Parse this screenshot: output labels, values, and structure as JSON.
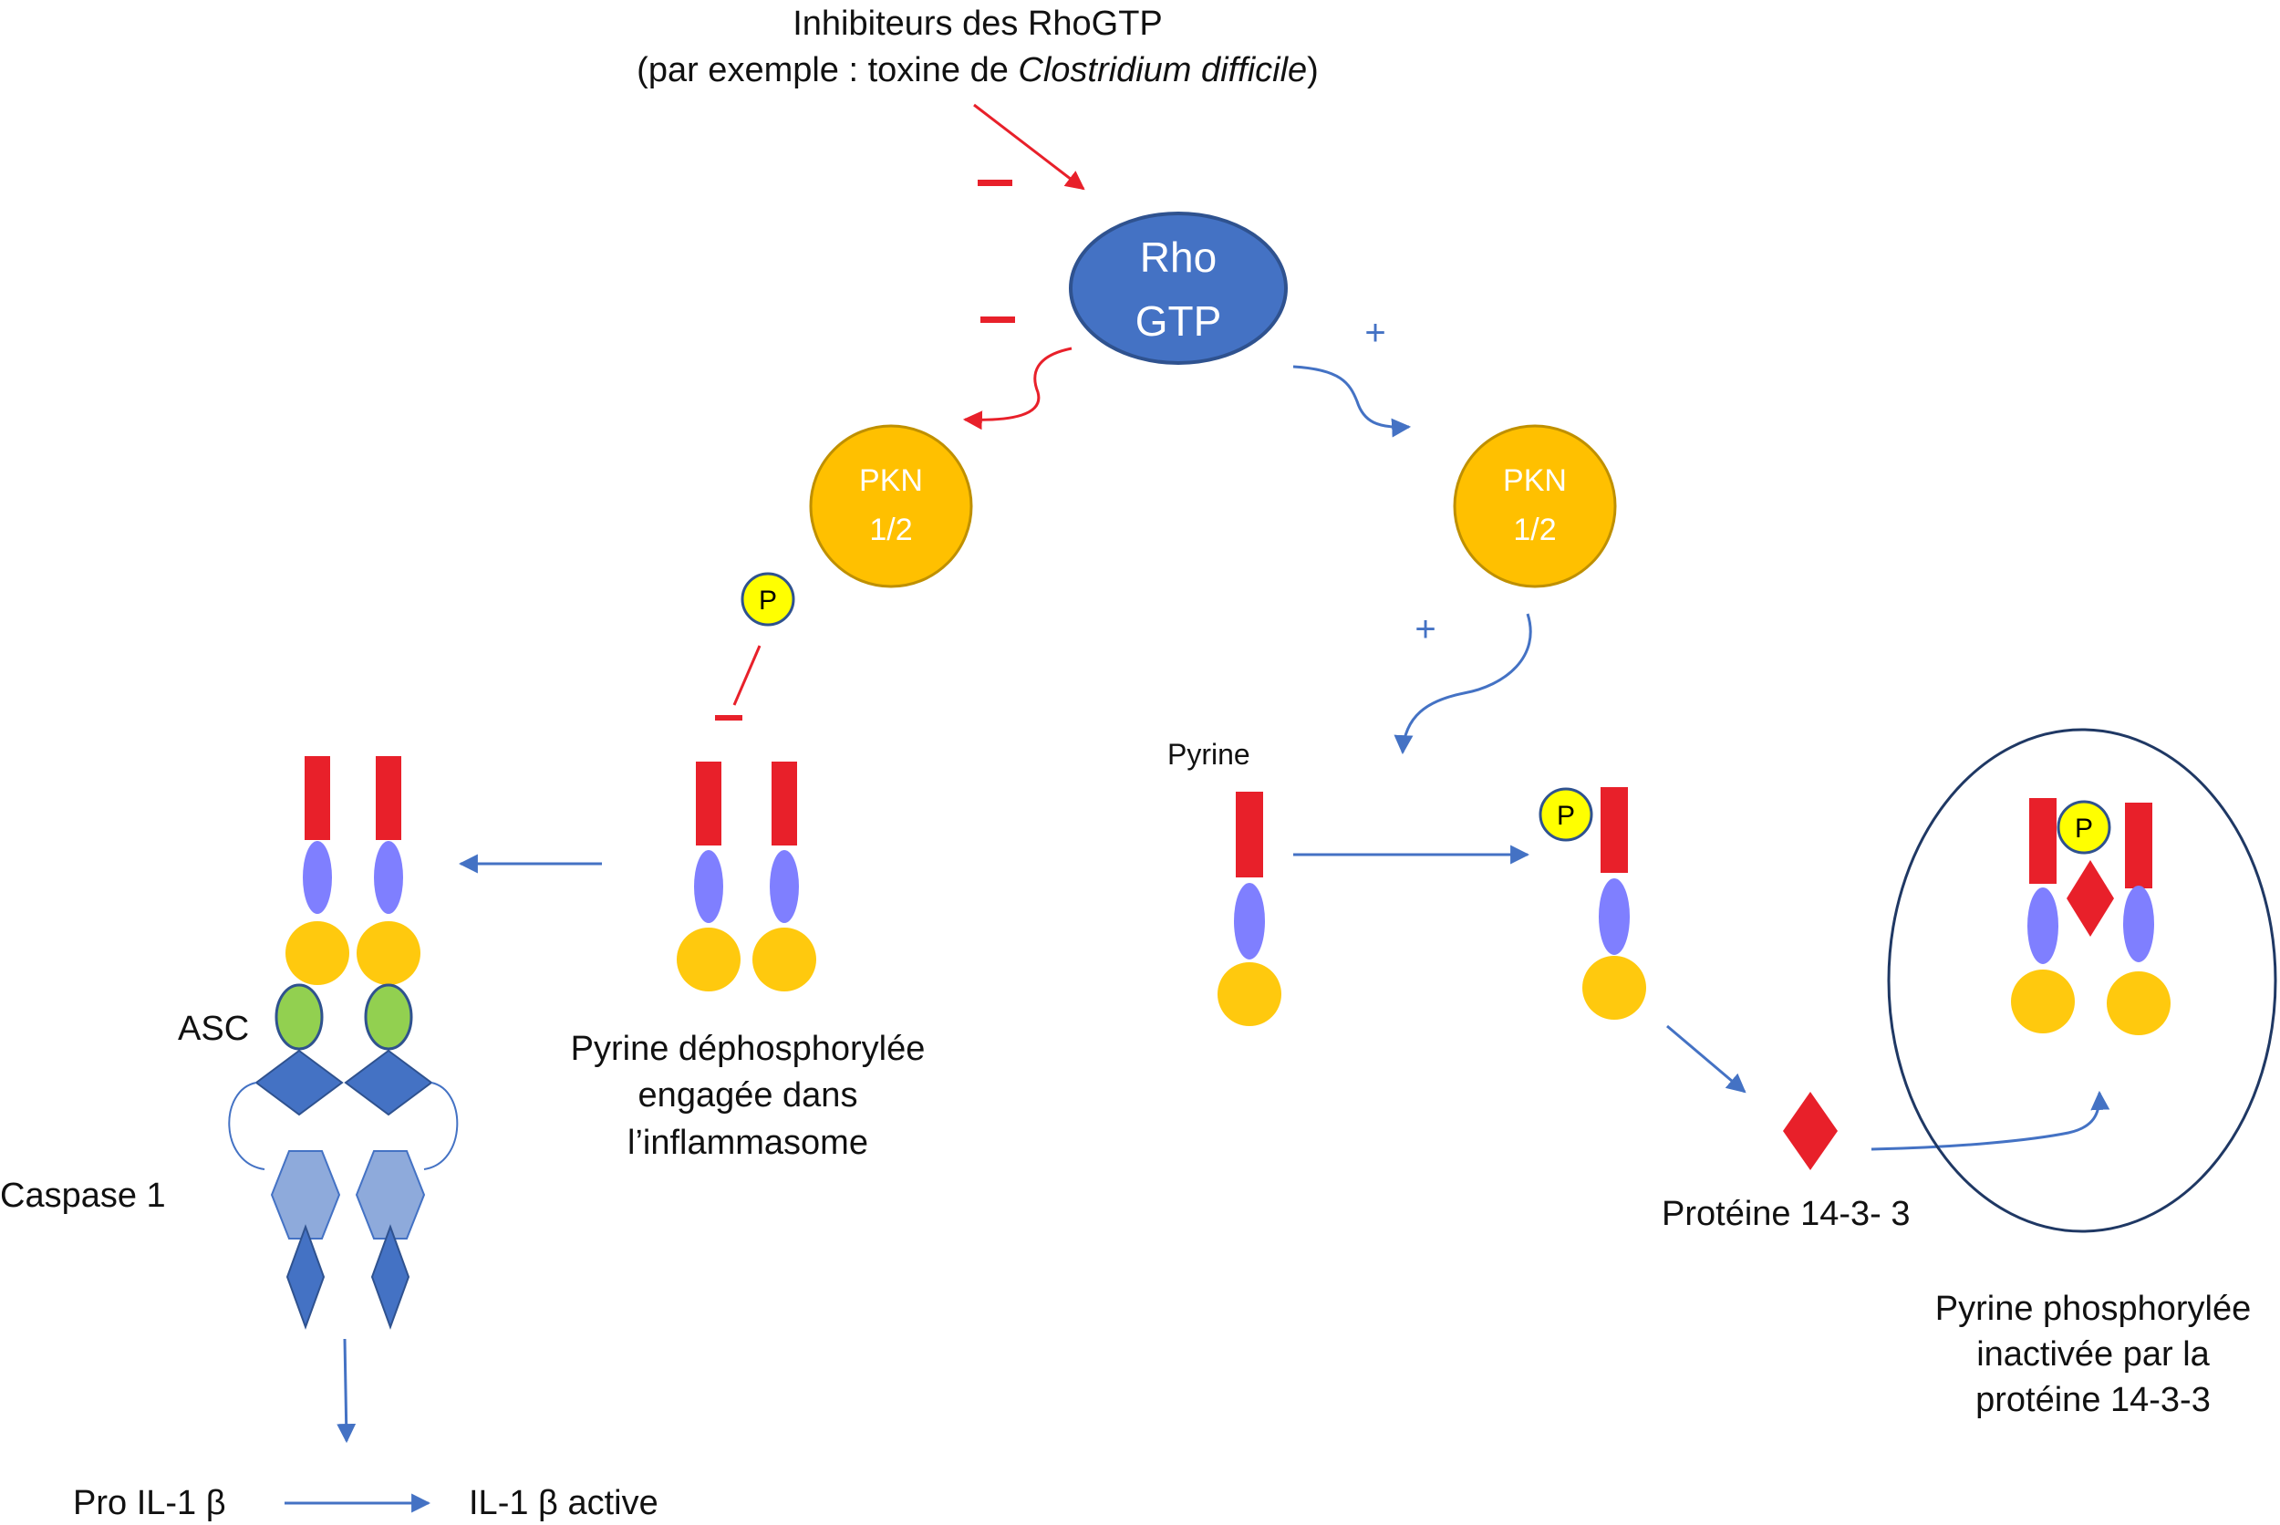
{
  "header": {
    "line1": "Inhibiteurs des RhoGTP",
    "line2_prefix": "(par exemple : toxine de ",
    "line2_italic": "Clostridium  difficile",
    "line2_suffix": ")"
  },
  "nodes": {
    "rho_line1": "Rho",
    "rho_line2": "GTP",
    "pkn_line1": "PKN",
    "pkn_line2": "1/2",
    "phospho": "P"
  },
  "signs": {
    "minus": "−",
    "plus": "+"
  },
  "labels": {
    "pyrine": "Pyrine",
    "asc": "ASC",
    "caspase": "Caspase 1",
    "pro_il": "Pro IL-1 β",
    "il_active": "IL-1 β active",
    "dephospho_1": "Pyrine déphosphorylée",
    "dephospho_2": "engagée dans",
    "dephospho_3": "l’inflammasome",
    "protein1433": "Protéine 14-3- 3",
    "phospho_1": "Pyrine phosphorylée",
    "phospho_2": "inactivée par la",
    "phospho_3": "protéine 14-3-3"
  },
  "colors": {
    "rho": "#4472c4",
    "pkn": "#ffc000",
    "pyrin_red": "#e8202a",
    "pyrin_purple": "#7f7fff",
    "pyrin_yellow": "#ffc90e",
    "asc_green": "#92d050",
    "caspase_diamond": "#4472c4",
    "caspase_hex": "#8eaadb",
    "phospho_yellow": "#ffff00",
    "inhibit_red": "#e8202a",
    "activate_blue": "#4472c4"
  }
}
